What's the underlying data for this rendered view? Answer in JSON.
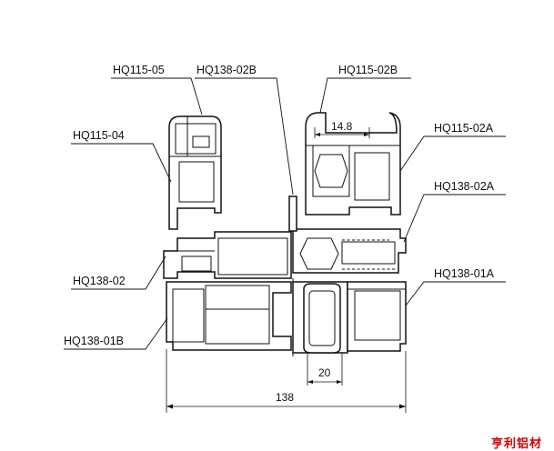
{
  "labels": {
    "hq115_05": "HQ115-05",
    "hq138_02b": "HQ138-02B",
    "hq115_02b": "HQ115-02B",
    "hq115_04": "HQ115-04",
    "hq115_02a": "HQ115-02A",
    "hq138_02a": "HQ138-02A",
    "hq138_02": "HQ138-02",
    "hq138_01a": "HQ138-01A",
    "hq138_01b": "HQ138-01B"
  },
  "dimensions": {
    "top_gap": "14.8",
    "mullion_width": "20",
    "overall_width": "138"
  },
  "watermark": "亨利铝材",
  "colors": {
    "line": "#111111",
    "watermark": "#d40000"
  }
}
